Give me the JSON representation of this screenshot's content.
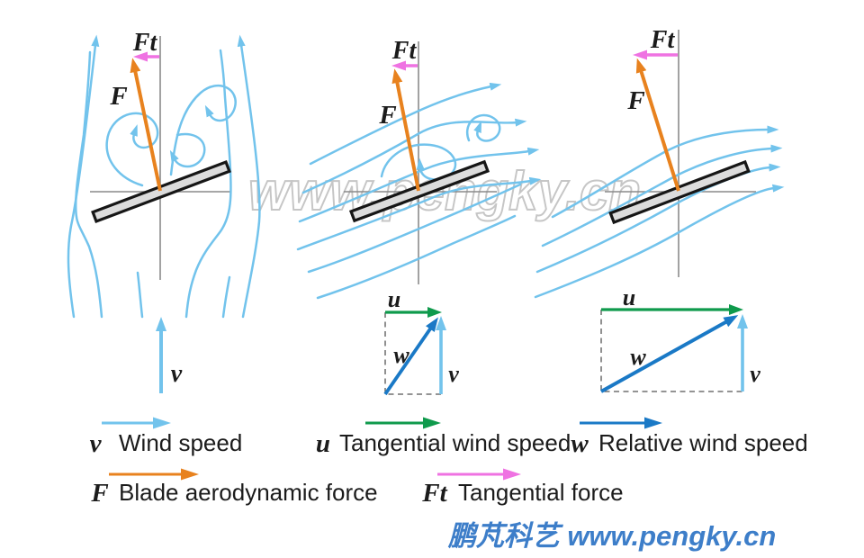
{
  "watermark": "www.pengky.cn",
  "footer": "鹏芃科艺 www.pengky.cn",
  "symbols": {
    "v": "v",
    "u": "u",
    "w": "w",
    "F": "F",
    "Ft": "Ft"
  },
  "legend": {
    "wind_speed": "Wind speed",
    "tangential_wind_speed": "Tangential wind speed",
    "relative_wind_speed": "Relative wind speed",
    "blade_aerodynamic_force": "Blade aerodynamic force",
    "tangential_force": "Tangential force"
  },
  "colors": {
    "streamline_blue": "#72c3ec",
    "relative_wind_blue": "#1a79c6",
    "tangential_green": "#0f9a4c",
    "force_orange": "#e8821e",
    "tangential_force_pink": "#ef72e2",
    "footer_blue": "#3d7ec9",
    "blade_fill": "#dcdcdc",
    "axis_gray": "#8a8a8a"
  }
}
